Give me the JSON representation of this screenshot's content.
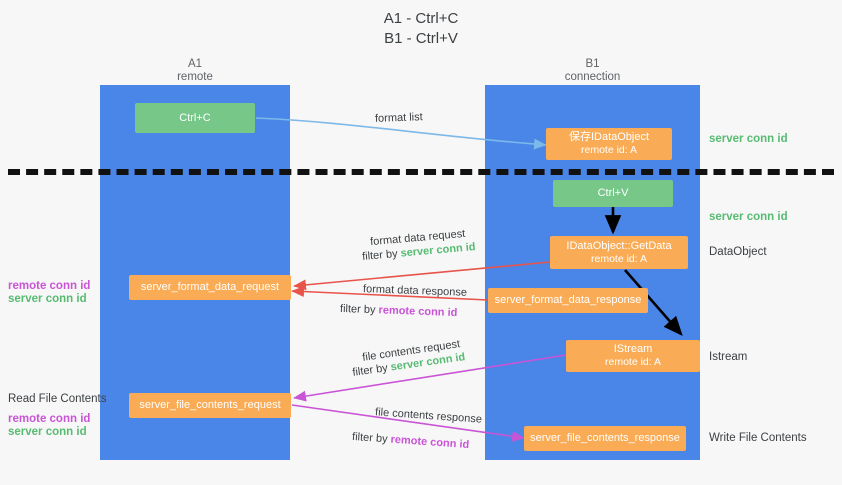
{
  "title": "A1 - Ctrl+C\nB1 - Ctrl+V",
  "lanes": [
    {
      "id": "a1",
      "title": "A1",
      "subtitle": "remote",
      "header": "A1\nremote",
      "color": "#4a86e8"
    },
    {
      "id": "b1",
      "title": "B1",
      "subtitle": "connection",
      "header": "B1\nconnection",
      "color": "#4a86e8"
    }
  ],
  "colors": {
    "lane": "#4a86e8",
    "green_node": "#76c788",
    "orange_node": "#f9ab55",
    "server_conn_id": "#57bb72",
    "remote_conn_id": "#c954d6",
    "separator": "#111111",
    "background": "#f7f7f7",
    "blue_arrow": "#7cb8e8",
    "red_arrow": "#e8534a",
    "black_arrow": "#000000",
    "magenta_arrow": "#c954d6"
  },
  "nodes": [
    {
      "name": "ctrl-c",
      "line1": "Ctrl+C",
      "line2": "",
      "style": "green",
      "lane": "a1"
    },
    {
      "name": "save-idataobject",
      "line1": "保存IDataObject",
      "line2": "remote id: A",
      "style": "orange",
      "lane": "b1"
    },
    {
      "name": "ctrl-v",
      "line1": "Ctrl+V",
      "line2": "",
      "style": "green",
      "lane": "b1"
    },
    {
      "name": "idataobject-getdata",
      "line1": "IDataObject::GetData",
      "line2": "remote id: A",
      "style": "orange",
      "lane": "b1"
    },
    {
      "name": "server-format-data-request",
      "line1": "server_format_data_request",
      "line2": "",
      "style": "orange",
      "lane": "a1"
    },
    {
      "name": "server-format-data-response",
      "line1": "server_format_data_response",
      "line2": "",
      "style": "orange",
      "lane": "b1"
    },
    {
      "name": "istream",
      "line1": "IStream",
      "line2": "remote id: A",
      "style": "orange",
      "lane": "b1"
    },
    {
      "name": "server-file-contents-request",
      "line1": "server_file_contents_request",
      "line2": "",
      "style": "orange",
      "lane": "a1"
    },
    {
      "name": "server-file-contents-response",
      "line1": "server_file_contents_response",
      "line2": "",
      "style": "orange",
      "lane": "b1"
    }
  ],
  "edge_labels": {
    "format_list": "format list",
    "format_data_request": "format data request",
    "format_data_request_filter_prefix": "filter by ",
    "format_data_request_filter_value": "server conn id",
    "format_data_response": "format data response",
    "format_data_response_filter_prefix": "filter by ",
    "format_data_response_filter_value": "remote conn id",
    "file_contents_request": "file contents request",
    "file_contents_request_filter_prefix": "filter by ",
    "file_contents_request_filter_value": "server conn id",
    "file_contents_response": "file contents response",
    "file_contents_response_filter_prefix": "filter by ",
    "file_contents_response_filter_value": "remote conn id"
  },
  "annotations": {
    "right_server_conn_id_top": "server conn id",
    "right_server_conn_id_mid": "server conn id",
    "right_dataobject": "DataObject",
    "right_istream": "Istream",
    "right_write_file_contents": "Write File Contents",
    "left_remote_conn_id_mid": "remote conn id",
    "left_server_conn_id_mid": "server conn id",
    "left_read_file_contents": "Read File Contents",
    "left_remote_conn_id_bottom": "remote conn id",
    "left_server_conn_id_bottom": "server conn id"
  }
}
